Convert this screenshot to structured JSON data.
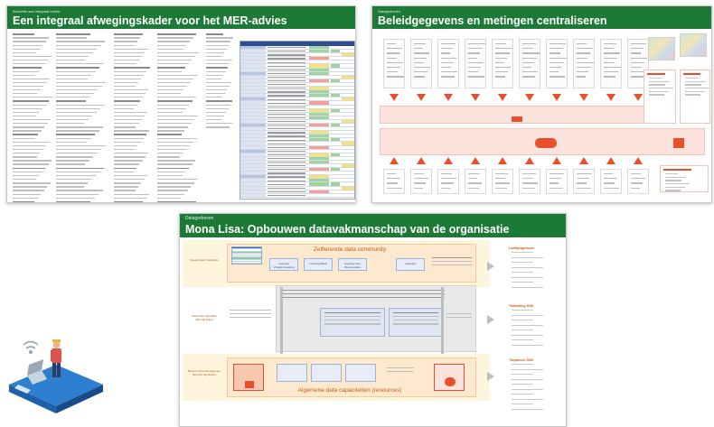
{
  "card1": {
    "kicker": "Behoefte aan integraal beleid",
    "title": "Een integraal afwegingskader voor het MER-advies"
  },
  "card2": {
    "kicker": "Datagedreven",
    "title": "Beleidgegevens en metingen centraliseren"
  },
  "card3": {
    "kicker": "Datagedreven",
    "title": "Mona Lisa: Opbouwen datavakmanschap van de organisatie",
    "community_title": "Zelflerende data community",
    "capabilities_title": "Algemene data capaciteiten (resources)",
    "learning_labels": [
      "Learning Vraagformulering",
      "Learning Basis",
      "Learning Via / Bronnendata",
      "Learning"
    ],
    "lane_labels": [
      "Speed Data Translators",
      "Data Data Capability (Brough-Data)",
      "Brokers Data Development Brought Significant"
    ],
    "right_sections": [
      "Leeftijdsgrenzen",
      "Trekleiding 2030",
      "Toepassen 2030"
    ]
  },
  "colors": {
    "header_green": "#1d7a36",
    "accent_orange": "#e8502c",
    "community_fill": "#fde9d0",
    "lane_fill": "#fff5dc",
    "table_blue": "#2e4e8f"
  },
  "icons": [
    "wifi-icon",
    "person-icon",
    "laptop-icon"
  ]
}
